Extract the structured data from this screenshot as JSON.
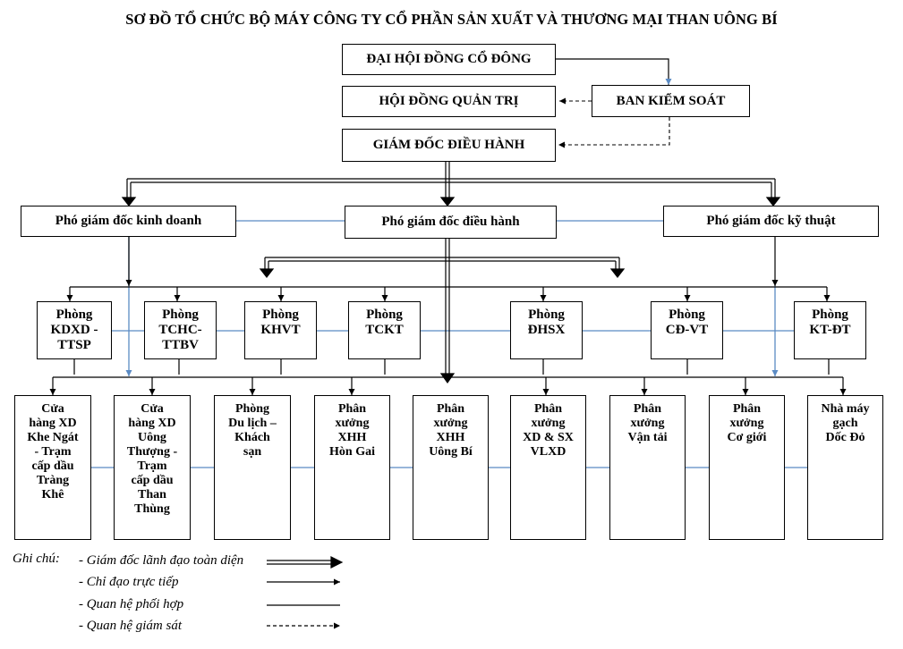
{
  "title": "SƠ ĐỒ TỔ CHỨC BỘ MÁY CÔNG TY CỔ PHẦN SẢN XUẤT VÀ THƯƠNG MẠI THAN UÔNG BÍ",
  "top": {
    "dhdcd": "ĐẠI HỘI ĐỒNG CỔ ĐÔNG",
    "hdqt": "HỘI ĐỒNG QUẢN TRỊ",
    "bks": "BAN KIỂM SOÁT",
    "gddh": "GIÁM ĐỐC ĐIỀU HÀNH"
  },
  "deputies": {
    "kd": "Phó giám đốc kinh doanh",
    "dh": "Phó giám đốc điều hành",
    "kt": "Phó giám đốc kỹ thuật"
  },
  "departments": [
    [
      "Phòng",
      "KDXD -",
      "TTSP"
    ],
    [
      "Phòng",
      "TCHC-",
      "TTBV"
    ],
    [
      "Phòng",
      "KHVT"
    ],
    [
      "Phòng",
      "TCKT"
    ],
    [
      "Phòng",
      "ĐHSX"
    ],
    [
      "Phòng",
      "CĐ-VT"
    ],
    [
      "Phòng",
      "KT-ĐT"
    ]
  ],
  "units": [
    [
      "Cửa",
      "hàng XD",
      "Khe Ngát",
      "- Trạm",
      "cấp dầu",
      "Tràng",
      "Khê"
    ],
    [
      "Cửa",
      "hàng XD",
      "Uông",
      "Thượng -",
      "Trạm",
      "cấp dầu",
      "Than",
      "Thùng"
    ],
    [
      "Phòng",
      "Du lịch –",
      "Khách",
      "sạn"
    ],
    [
      "Phân",
      "xưởng",
      "XHH",
      "Hòn Gai"
    ],
    [
      "Phân",
      "xưởng",
      "XHH",
      "Uông Bí"
    ],
    [
      "Phân",
      "xưởng",
      "XD & SX",
      "VLXD"
    ],
    [
      "Phân",
      "xưởng",
      "Vận tải"
    ],
    [
      "Phân",
      "xưởng",
      "Cơ giới"
    ],
    [
      "Nhà máy",
      "gạch",
      "Dốc Đỏ"
    ]
  ],
  "legend": {
    "heading": "Ghi chú:",
    "items": [
      "- Giám đốc lãnh đạo toàn diện",
      "- Chỉ đạo trực tiếp",
      "- Quan hệ phối hợp",
      "- Quan hệ giám sát"
    ]
  },
  "colors": {
    "coordination_line": "#5b8bc4",
    "line": "#000000"
  }
}
